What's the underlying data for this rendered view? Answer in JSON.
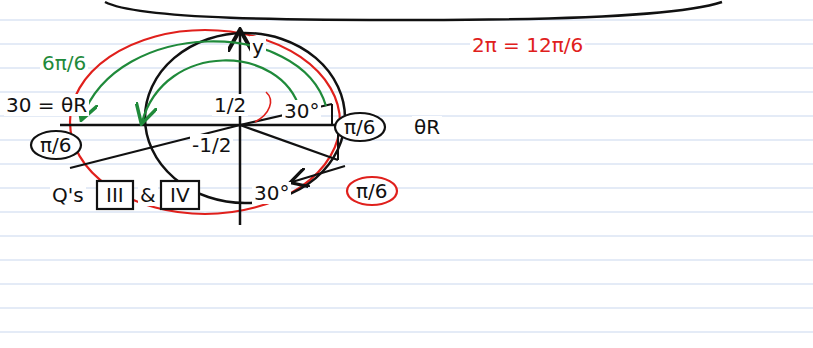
{
  "diagram": {
    "nodes": [
      {
        "text": [
          "π/6"
        ]
      },
      {
        "text": [
          "π/6"
        ]
      },
      {
        "text": [
          "π/6"
        ]
      },
      {
        "text": [
          "III"
        ]
      },
      {
        "text": [
          "IV"
        ]
      }
    ],
    "labels": [
      "y",
      "1/2",
      "30°",
      "θR",
      "2π = 12π/6",
      "6π/6",
      "30 = θR",
      "-1/2",
      "30°",
      "Q's",
      "&"
    ]
  }
}
